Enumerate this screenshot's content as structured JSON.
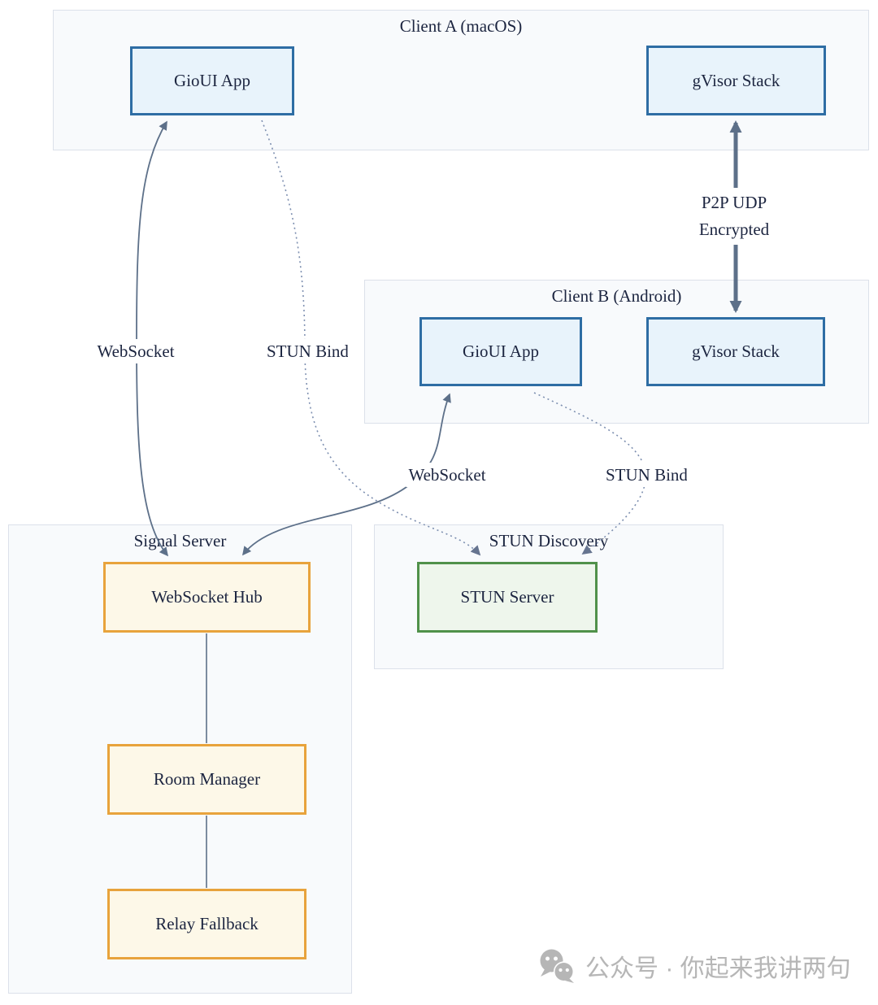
{
  "diagram": {
    "containers": {
      "client_a": {
        "title": "Client A (macOS)"
      },
      "client_b": {
        "title": "Client B (Android)"
      },
      "signal_server": {
        "title": "Signal Server"
      },
      "stun_discovery": {
        "title": "STUN Discovery"
      }
    },
    "nodes": {
      "gioui_app_a": {
        "label": "GioUI App"
      },
      "gvisor_stack_a": {
        "label": "gVisor Stack"
      },
      "gioui_app_b": {
        "label": "GioUI App"
      },
      "gvisor_stack_b": {
        "label": "gVisor Stack"
      },
      "websocket_hub": {
        "label": "WebSocket Hub"
      },
      "room_manager": {
        "label": "Room Manager"
      },
      "relay_fallback": {
        "label": "Relay Fallback"
      },
      "stun_server": {
        "label": "STUN Server"
      }
    },
    "edge_labels": {
      "websocket_a": "WebSocket",
      "stun_bind_a": "STUN Bind",
      "websocket_b": "WebSocket",
      "stun_bind_b": "STUN Bind",
      "p2p_udp_line1": "P2P UDP",
      "p2p_udp_line2": "Encrypted"
    },
    "colors": {
      "edge_solid": "#5d7089",
      "edge_dotted": "#7d8fb0",
      "node_blue_fill": "#e8f3fb",
      "node_blue_border": "#2e6da4",
      "node_yellow_fill": "#fdf8e8",
      "node_yellow_border": "#e8a33c",
      "node_green_fill": "#eef6ec",
      "node_green_border": "#50914a",
      "container_fill": "#f8fafc",
      "container_border": "#dce1ea",
      "text": "#1c2540",
      "watermark": "#b6b6b6"
    }
  },
  "watermark": {
    "icon": "wechat-icon",
    "text": "公众号 · 你起来我讲两句"
  }
}
